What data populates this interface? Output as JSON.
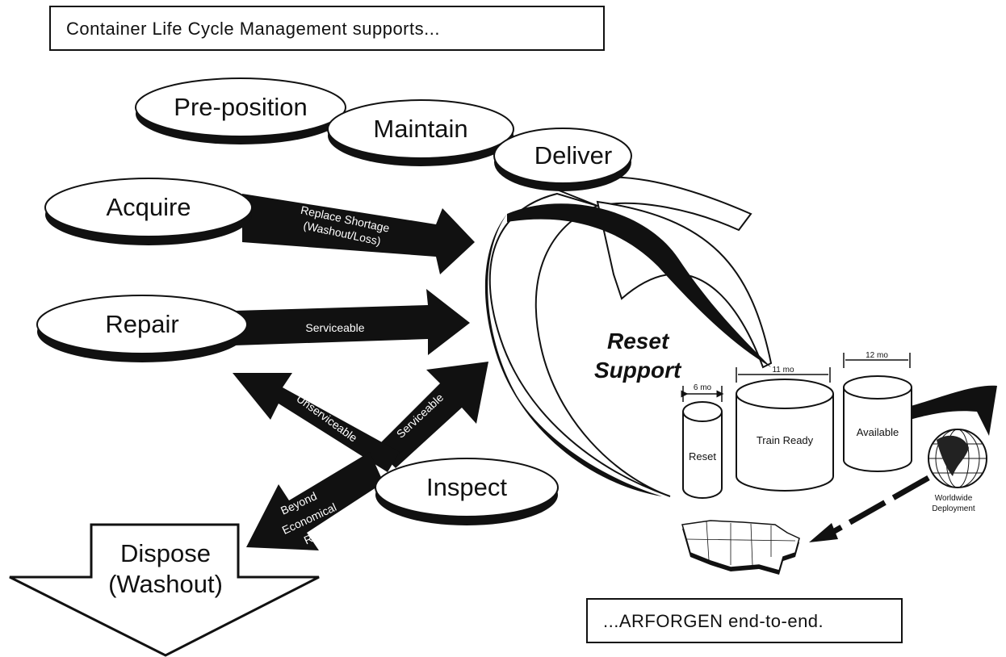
{
  "header": {
    "title": "Container Life Cycle Management supports..."
  },
  "footer": {
    "title": "...ARFORGEN end-to-end."
  },
  "nodes": {
    "preposition": "Pre-position",
    "maintain": "Maintain",
    "deliver": "Deliver",
    "acquire": "Acquire",
    "repair": "Repair",
    "inspect": "Inspect",
    "dispose_line1": "Dispose",
    "dispose_line2": "(Washout)"
  },
  "arrows": {
    "replace_line1": "Replace Shortage",
    "replace_line2": "(Washout/Loss)",
    "repair_serviceable": "Serviceable",
    "inspect_serviceable": "Serviceable",
    "unserviceable": "Unserviceable",
    "beyond_line1": "Beyond",
    "beyond_line2": "Economical",
    "beyond_line3": "Repair"
  },
  "reset_support": {
    "line1": "Reset",
    "line2": "Support"
  },
  "cylinders": {
    "reset": "Reset",
    "train_ready": "Train Ready",
    "available": "Available",
    "reset_duration": "6 mo",
    "train_duration": "11 mo",
    "available_duration": "12 mo"
  },
  "deployment": {
    "line1": "Worldwide",
    "line2": "Deployment"
  }
}
